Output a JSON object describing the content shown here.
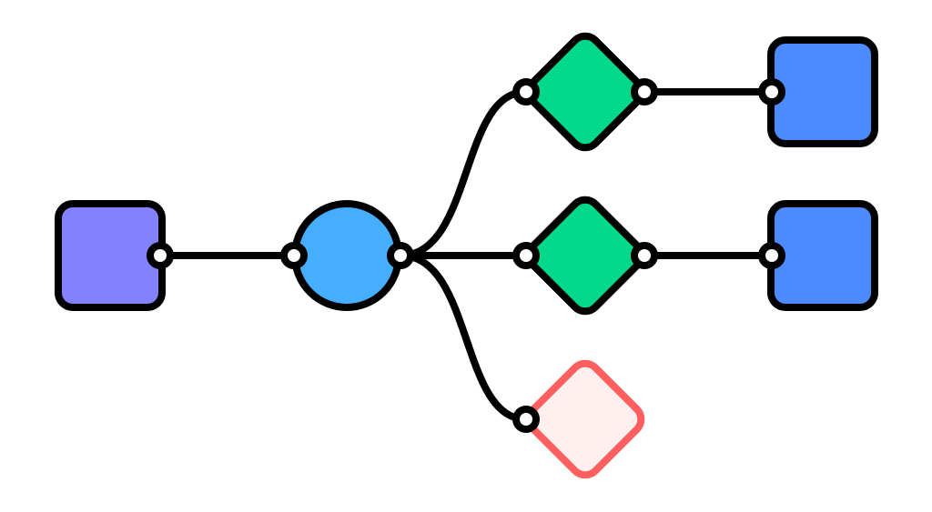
{
  "diagram": {
    "colors": {
      "stroke": "#000000",
      "source_square": "#8282FF",
      "hub_circle": "#45AEFF",
      "decision_diamond": "#00D98B",
      "target_square": "#4B8BFF",
      "error_stroke": "#FF5F5F",
      "error_fill": "#FFF0EF",
      "port_fill": "#FFFFFF"
    },
    "nodes": [
      {
        "id": "source",
        "shape": "rounded-square"
      },
      {
        "id": "hub",
        "shape": "circle"
      },
      {
        "id": "decision-top",
        "shape": "diamond"
      },
      {
        "id": "decision-middle",
        "shape": "diamond"
      },
      {
        "id": "decision-bottom",
        "shape": "diamond",
        "state": "error"
      },
      {
        "id": "target-top",
        "shape": "rounded-square"
      },
      {
        "id": "target-middle",
        "shape": "rounded-square"
      }
    ],
    "edges": [
      {
        "from": "source",
        "to": "hub"
      },
      {
        "from": "hub",
        "to": "decision-top"
      },
      {
        "from": "hub",
        "to": "decision-middle"
      },
      {
        "from": "hub",
        "to": "decision-bottom"
      },
      {
        "from": "decision-top",
        "to": "target-top"
      },
      {
        "from": "decision-middle",
        "to": "target-middle"
      }
    ]
  }
}
